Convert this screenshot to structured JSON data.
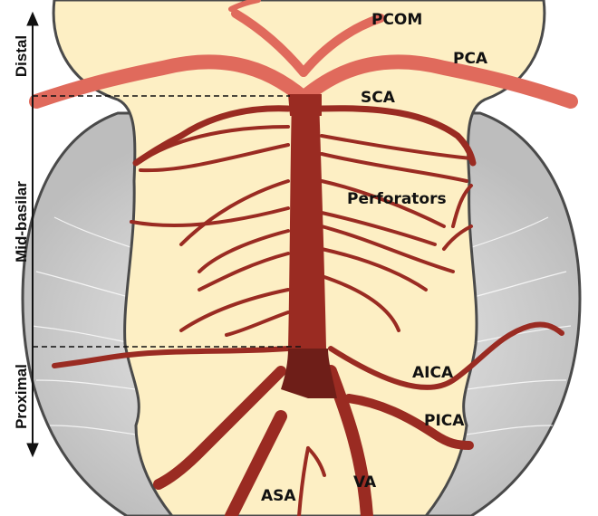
{
  "labels": {
    "pcom": "PCOM",
    "pca": "PCA",
    "sca": "SCA",
    "perforators": "Perforators",
    "aica": "AICA",
    "pica": "PICA",
    "va": "VA",
    "asa": "ASA"
  },
  "segments": {
    "distal": "Distal",
    "mid_basilar": "Mid-basilar",
    "proximal": "Proximal"
  },
  "colors": {
    "brainstem": "#fdefc4",
    "outline": "#4a4a4a",
    "cerebellum": "#d8d8d8",
    "artery": "#9a2b22",
    "distal_artery": "#e06a5c",
    "proximal_basilar": "#6e1e18"
  }
}
